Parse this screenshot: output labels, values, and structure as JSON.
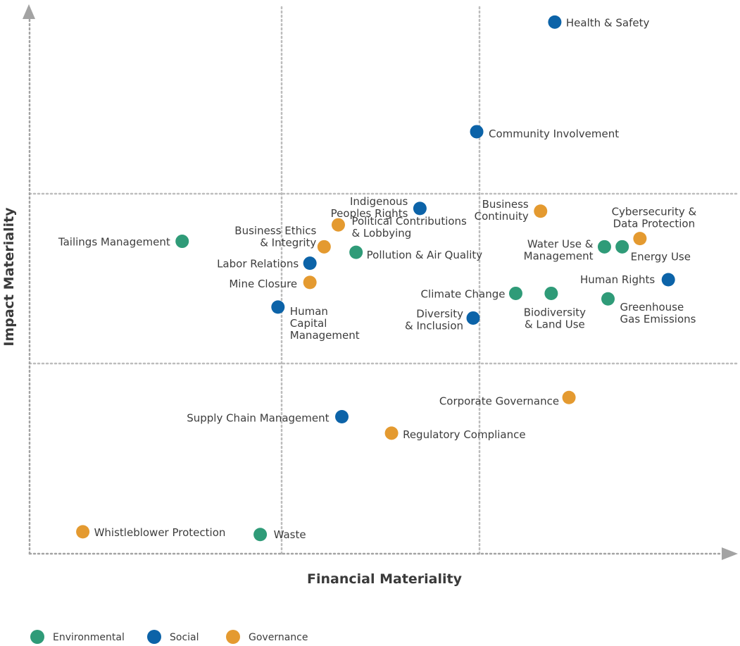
{
  "chart_data": {
    "type": "scatter",
    "xlabel": "Financial Materiality",
    "ylabel": "Impact Materiality",
    "grid": true,
    "legend_position": "bottom-left",
    "colors": {
      "Environmental": "#2f9b78",
      "Social": "#0c63a8",
      "Governance": "#e49a30",
      "grid": "#bdbdbd",
      "axis": "#a3a3a3"
    },
    "legend": [
      "Environmental",
      "Social",
      "Governance"
    ],
    "points": [
      {
        "label": [
          "Health & Safety"
        ],
        "category": "Social",
        "x": 0.74,
        "y": 0.97
      },
      {
        "label": [
          "Community Involvement"
        ],
        "category": "Social",
        "x": 0.63,
        "y": 0.77
      },
      {
        "label": [
          "Indigenous",
          "Peoples Rights"
        ],
        "category": "Social",
        "x": 0.55,
        "y": 0.63
      },
      {
        "label": [
          "Business",
          "Continuity"
        ],
        "category": "Governance",
        "x": 0.72,
        "y": 0.625
      },
      {
        "label": [
          "Cybersecurity &",
          "Data Protection"
        ],
        "category": "Governance",
        "x": 0.86,
        "y": 0.575
      },
      {
        "label": [
          "Political Contributions",
          "& Lobbying"
        ],
        "category": "Governance",
        "x": 0.435,
        "y": 0.6
      },
      {
        "label": [
          "Business Ethics",
          "& Integrity"
        ],
        "category": "Governance",
        "x": 0.415,
        "y": 0.56
      },
      {
        "label": [
          "Tailings Management"
        ],
        "category": "Environmental",
        "x": 0.215,
        "y": 0.57
      },
      {
        "label": [
          "Pollution & Air Quality"
        ],
        "category": "Environmental",
        "x": 0.46,
        "y": 0.55
      },
      {
        "label": [
          "Water Use &",
          "Management"
        ],
        "category": "Environmental",
        "x": 0.81,
        "y": 0.56
      },
      {
        "label": [
          "Energy Use"
        ],
        "category": "Environmental",
        "x": 0.835,
        "y": 0.56
      },
      {
        "label": [
          "Labor Relations"
        ],
        "category": "Social",
        "x": 0.395,
        "y": 0.53
      },
      {
        "label": [
          "Mine Closure"
        ],
        "category": "Governance",
        "x": 0.395,
        "y": 0.495
      },
      {
        "label": [
          "Human Rights"
        ],
        "category": "Social",
        "x": 0.9,
        "y": 0.5
      },
      {
        "label": [
          "Climate Change"
        ],
        "category": "Environmental",
        "x": 0.685,
        "y": 0.475
      },
      {
        "label": [
          "Biodiversity",
          "& Land Use"
        ],
        "category": "Environmental",
        "x": 0.735,
        "y": 0.475
      },
      {
        "label": [
          "Greenhouse",
          "Gas Emissions"
        ],
        "category": "Environmental",
        "x": 0.815,
        "y": 0.465
      },
      {
        "label": [
          "Human",
          "Capital",
          "Management"
        ],
        "category": "Social",
        "x": 0.35,
        "y": 0.45
      },
      {
        "label": [
          "Diversity",
          "& Inclusion"
        ],
        "category": "Social",
        "x": 0.625,
        "y": 0.43
      },
      {
        "label": [
          "Corporate Governance"
        ],
        "category": "Governance",
        "x": 0.76,
        "y": 0.285
      },
      {
        "label": [
          "Supply Chain Management"
        ],
        "category": "Social",
        "x": 0.44,
        "y": 0.25
      },
      {
        "label": [
          "Regulatory Compliance"
        ],
        "category": "Governance",
        "x": 0.51,
        "y": 0.22
      },
      {
        "label": [
          "Whistleblower Protection"
        ],
        "category": "Governance",
        "x": 0.075,
        "y": 0.04
      },
      {
        "label": [
          "Waste"
        ],
        "category": "Environmental",
        "x": 0.325,
        "y": 0.035
      }
    ]
  }
}
